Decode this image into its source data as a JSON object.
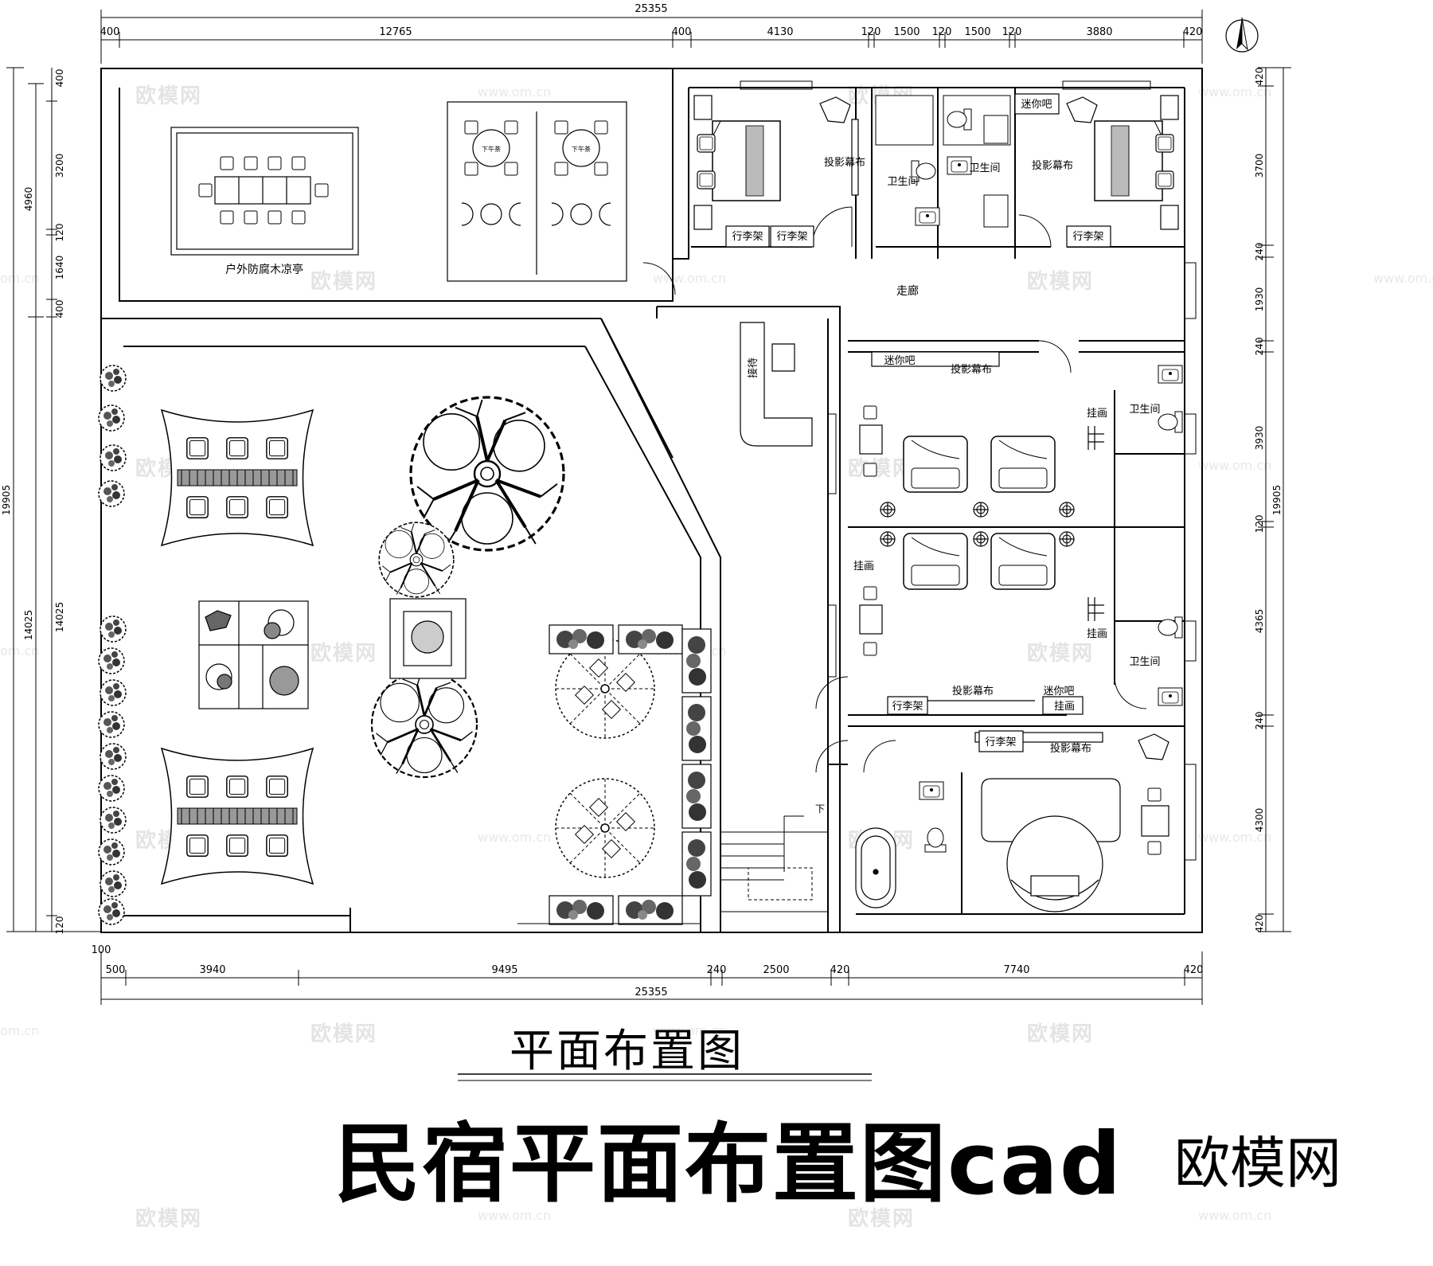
{
  "overall": {
    "top_width": "25355",
    "bottom_width": "25355",
    "left_height": "19905",
    "right_height": "19905"
  },
  "top_dims": [
    "400",
    "12765",
    "400",
    "4130",
    "120",
    "1500",
    "120",
    "1500",
    "120",
    "3880",
    "420"
  ],
  "bottom_dims": [
    "100",
    "500",
    "3940",
    "9495",
    "240",
    "2500",
    "420",
    "7740",
    "420"
  ],
  "left_dims_outer": [
    "4960",
    "14025"
  ],
  "left_dims_inner": [
    "400",
    "3200",
    "120",
    "1640",
    "400",
    "14025",
    "120"
  ],
  "right_dims": [
    "420",
    "3700",
    "240",
    "1930",
    "240",
    "3930",
    "120",
    "4365",
    "240",
    "4300",
    "420"
  ],
  "rooms": {
    "pavilion": "户外防腐木凉亭",
    "corridor": "走廊",
    "reception": "接待",
    "bathroom": "卫生间",
    "projector": "投影幕布",
    "minibar": "迷你吧",
    "luggage": "行李架",
    "painting": "挂画",
    "afternoon_tea": "下午茶",
    "stairs_down": "下"
  },
  "title_sub": "平面布置图",
  "title_main": "民宿平面布置图cad",
  "brand": "欧模网",
  "watermark": "欧模网",
  "watermark_url": "www.om.cn",
  "watermark_url2": "om.cn"
}
